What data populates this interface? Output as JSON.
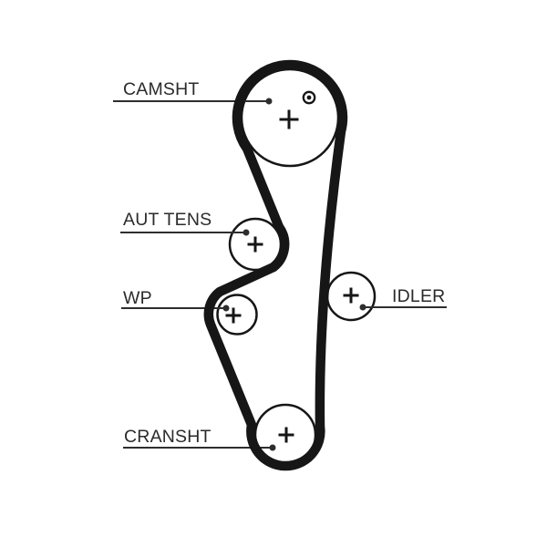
{
  "labels": {
    "camshaft": "CAMSHT",
    "tensioner": "AUT TENS",
    "water_pump": "WP",
    "idler": "IDLER",
    "crankshaft": "CRANSHT"
  },
  "icons": {
    "pulley_center_mark": "+",
    "camshaft_timing_mark": "◉"
  },
  "colors": {
    "ink": "#161616",
    "leader_line": "#2e2e2e",
    "label_text": "#2b2b2b",
    "background": "#ffffff"
  }
}
